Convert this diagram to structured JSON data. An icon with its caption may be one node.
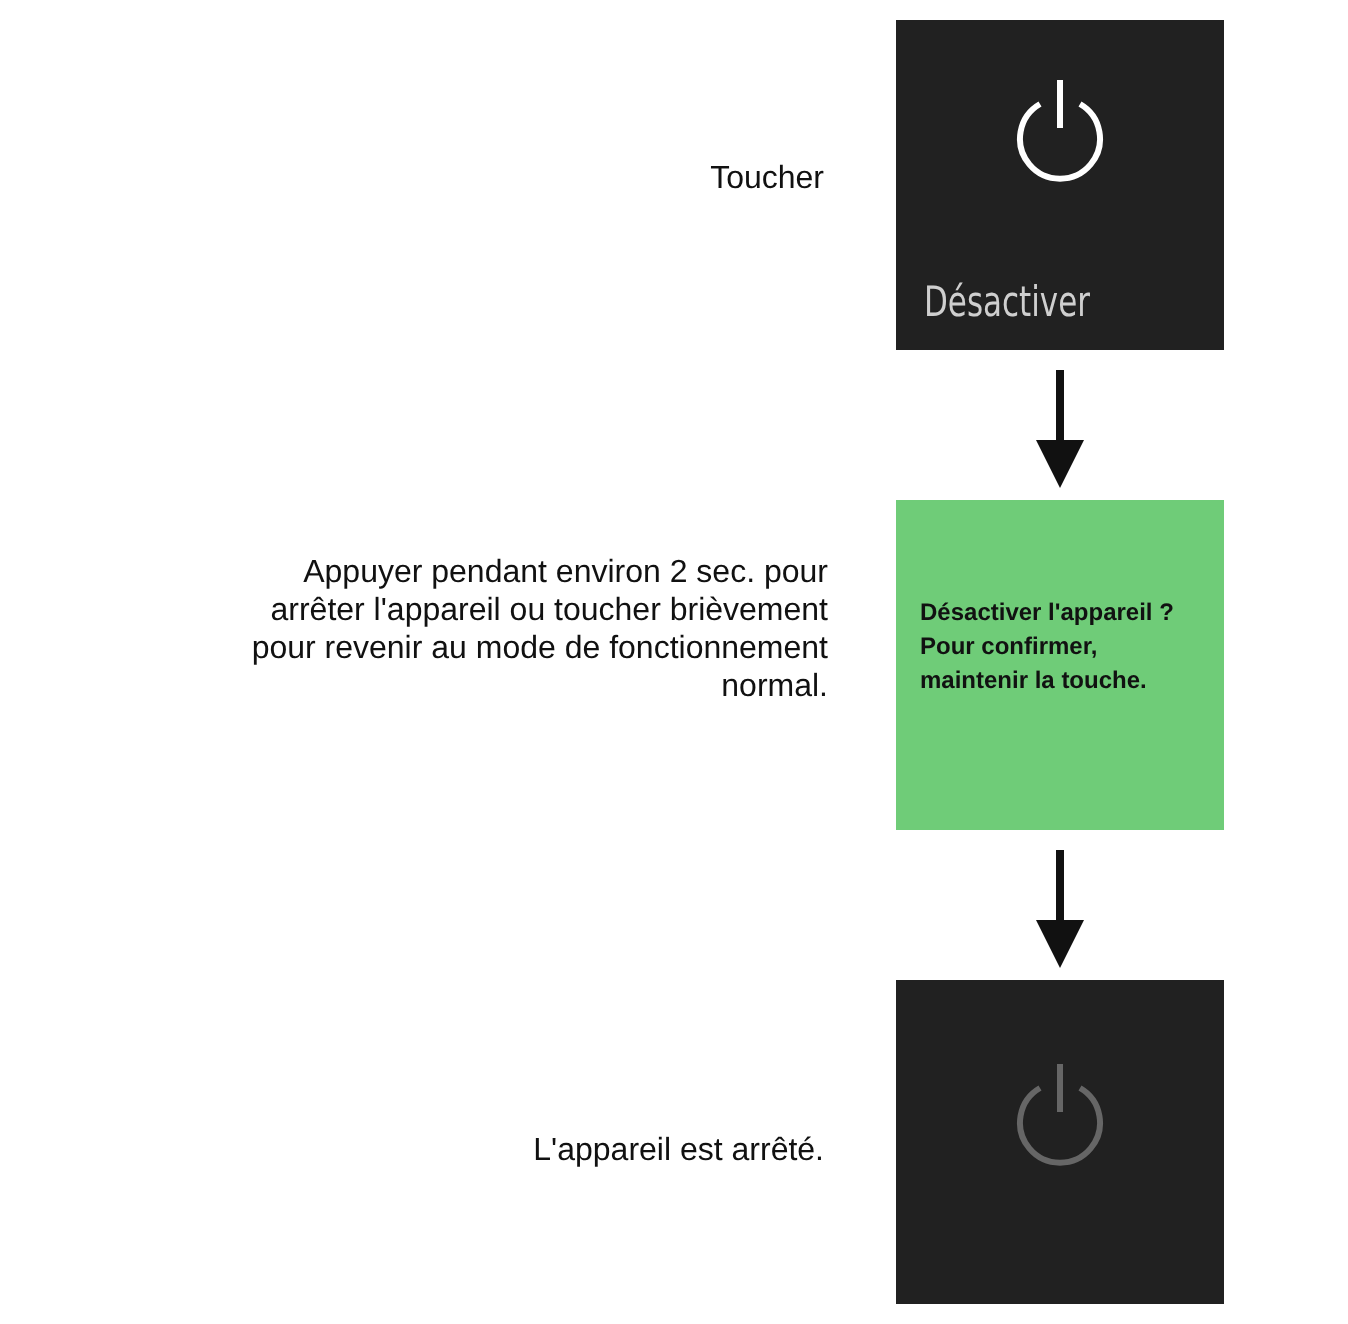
{
  "diagram": {
    "nodes": [
      {
        "text": [
          "Désactiver"
        ],
        "beside": [
          "Toucher"
        ]
      },
      {
        "text": [
          "Désactiver l'appareil ? Pour confirmer, maintenir la touche."
        ],
        "beside": [
          "Appuyer pendant environ 2 sec. pour arrêter l'appareil ou toucher brièvement pour revenir au mode de fonctionnement normal."
        ]
      },
      {
        "text": [],
        "shape": "box",
        "beside": [
          "L'appareil est arrêté."
        ]
      }
    ],
    "edges": [
      {
        "from": 0,
        "to": 1,
        "arrow": "to"
      },
      {
        "from": 1,
        "to": 2,
        "arrow": "to"
      }
    ]
  }
}
